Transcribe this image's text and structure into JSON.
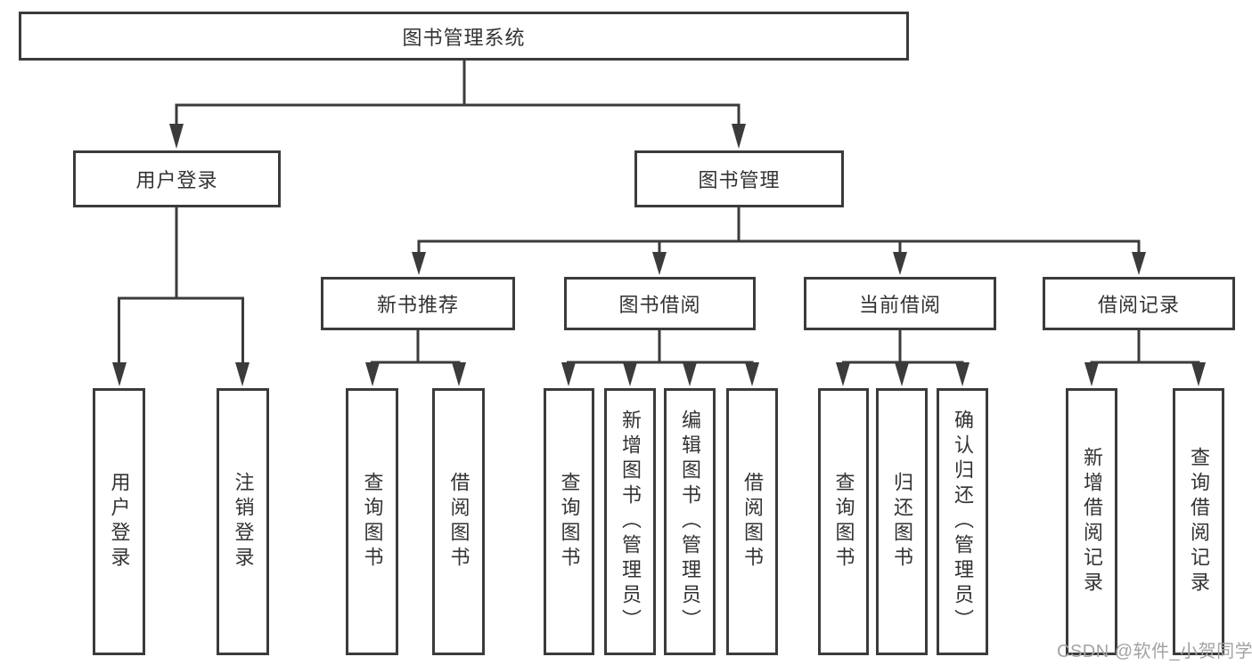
{
  "diagram": {
    "root": {
      "label": "图书管理系统"
    },
    "level2": [
      {
        "id": "user-login",
        "label": "用户登录"
      },
      {
        "id": "book-management",
        "label": "图书管理"
      }
    ],
    "level3": [
      {
        "id": "new-book-recommend",
        "label": "新书推荐"
      },
      {
        "id": "book-borrowing",
        "label": "图书借阅"
      },
      {
        "id": "current-borrowing",
        "label": "当前借阅"
      },
      {
        "id": "borrowing-records",
        "label": "借阅记录"
      }
    ],
    "leaves": [
      {
        "id": "user-login-leaf",
        "parent": "user-login",
        "label": "用户登录"
      },
      {
        "id": "logout",
        "parent": "user-login",
        "label": "注销登录"
      },
      {
        "id": "query-books-rec",
        "parent": "new-book-recommend",
        "label": "查询图书"
      },
      {
        "id": "borrow-books-rec",
        "parent": "new-book-recommend",
        "label": "借阅图书"
      },
      {
        "id": "query-books-bb",
        "parent": "book-borrowing",
        "label": "查询图书"
      },
      {
        "id": "add-books-admin",
        "parent": "book-borrowing",
        "label": "新增图书（管理员）"
      },
      {
        "id": "edit-books-admin",
        "parent": "book-borrowing",
        "label": "编辑图书（管理员）"
      },
      {
        "id": "borrow-books-bb",
        "parent": "book-borrowing",
        "label": "借阅图书"
      },
      {
        "id": "query-books-cb",
        "parent": "current-borrowing",
        "label": "查询图书"
      },
      {
        "id": "return-books",
        "parent": "current-borrowing",
        "label": "归还图书"
      },
      {
        "id": "confirm-return-admin",
        "parent": "current-borrowing",
        "label": "确认归还（管理员）"
      },
      {
        "id": "add-borrow-record",
        "parent": "borrowing-records",
        "label": "新增借阅记录"
      },
      {
        "id": "query-borrow-record",
        "parent": "borrowing-records",
        "label": "查询借阅记录"
      }
    ]
  },
  "watermark": {
    "text": "CSDN @软件_小贺同学"
  },
  "colors": {
    "line": "#3b3b3b",
    "text": "#333333",
    "background": "#ffffff",
    "watermark": "#a3a3a3"
  }
}
